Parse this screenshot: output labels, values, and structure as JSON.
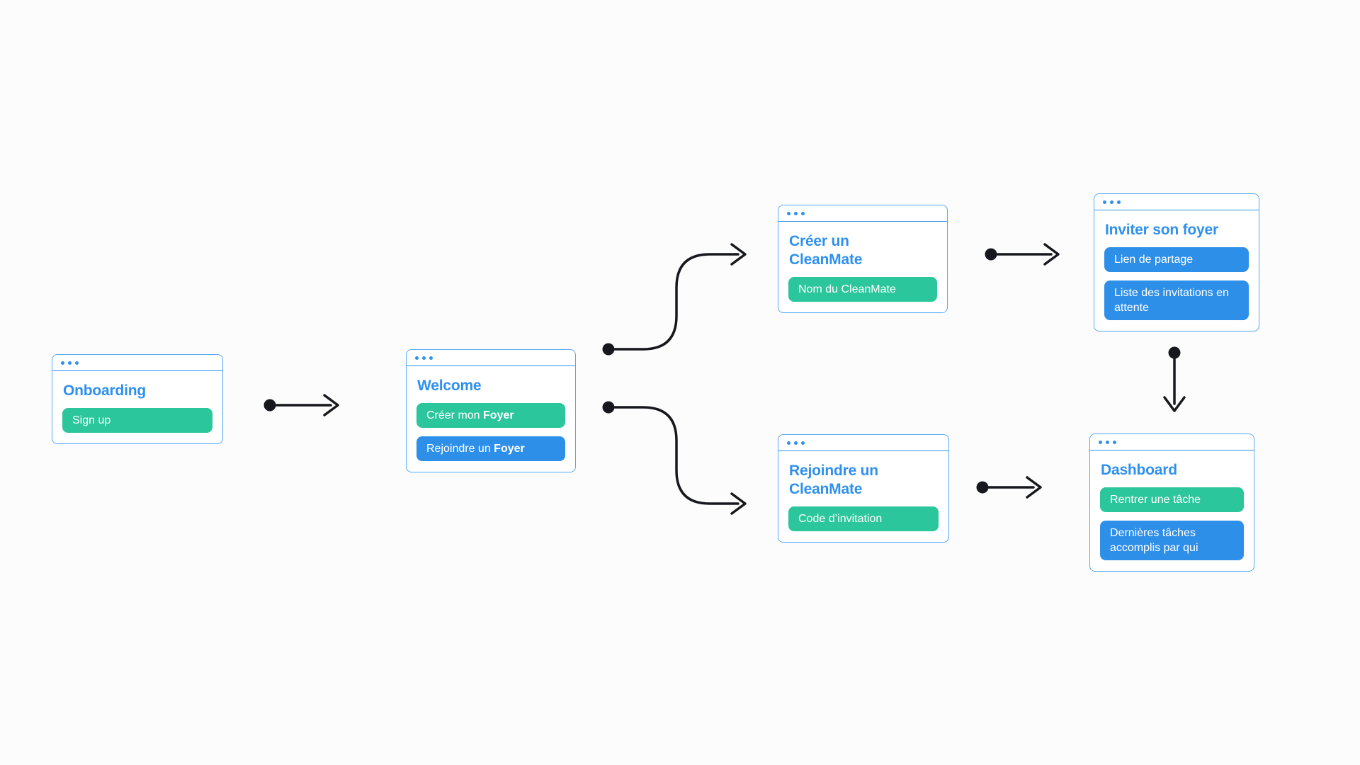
{
  "diagram": {
    "kind": "user-flow",
    "background": "#FCFCFC",
    "colors": {
      "accent_blue": "#2E90EF",
      "card_border_blue": "#55A8F6",
      "button_green": "#2BC69B",
      "button_blue": "#2E8FE9",
      "connector_black": "#17181D",
      "card_background": "#FFFFFF"
    },
    "cards": [
      {
        "id": "onboarding",
        "title": "Onboarding",
        "buttons": [
          {
            "text": "Sign up",
            "color": "green"
          }
        ]
      },
      {
        "id": "welcome",
        "title": "Welcome",
        "buttons": [
          {
            "text": "Créer mon ",
            "bold": "Foyer",
            "color": "green"
          },
          {
            "text": "Rejoindre un ",
            "bold": "Foyer",
            "color": "blue"
          }
        ]
      },
      {
        "id": "create-cleanmate",
        "title": "Créer un CleanMate",
        "buttons": [
          {
            "text": "Nom du CleanMate",
            "color": "green"
          }
        ]
      },
      {
        "id": "invite-household",
        "title": "Inviter son foyer",
        "buttons": [
          {
            "text": "Lien de partage",
            "color": "blue"
          },
          {
            "text": "Liste des invitations en attente",
            "color": "blue"
          }
        ]
      },
      {
        "id": "join-cleanmate",
        "title": "Rejoindre un CleanMate",
        "buttons": [
          {
            "text": "Code d’invitation",
            "color": "green"
          }
        ]
      },
      {
        "id": "dashboard",
        "title": "Dashboard",
        "buttons": [
          {
            "text": "Rentrer une tâche",
            "color": "green"
          },
          {
            "text": "Dernières tâches accomplis par qui",
            "color": "blue"
          }
        ]
      }
    ],
    "connectors": [
      {
        "from": "onboarding",
        "to": "welcome",
        "shape": "straight-right"
      },
      {
        "from": "welcome",
        "to": "create-cleanmate",
        "shape": "s-curve-up-right"
      },
      {
        "from": "welcome",
        "to": "join-cleanmate",
        "shape": "s-curve-down-right"
      },
      {
        "from": "create-cleanmate",
        "to": "invite-household",
        "shape": "straight-right"
      },
      {
        "from": "join-cleanmate",
        "to": "dashboard",
        "shape": "straight-right"
      },
      {
        "from": "invite-household",
        "to": "dashboard",
        "shape": "straight-down"
      }
    ]
  }
}
